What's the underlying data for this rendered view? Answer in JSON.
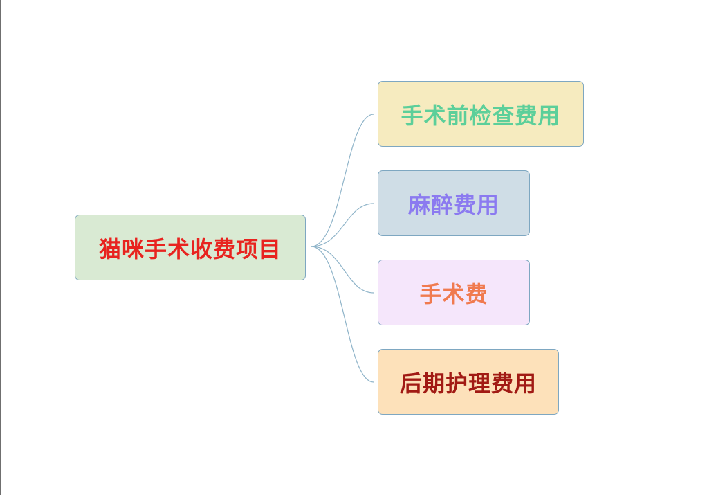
{
  "diagram": {
    "root": {
      "label": "猫咪手术收费项目",
      "fill": "#d9ead3",
      "text_color": "#e8231f"
    },
    "children": [
      {
        "label": "手术前检查费用",
        "fill": "#f6ebbf",
        "text_color": "#5ccf9a"
      },
      {
        "label": "麻醉费用",
        "fill": "#cfdde6",
        "text_color": "#8b7af0"
      },
      {
        "label": "手术费",
        "fill": "#f5e6fb",
        "text_color": "#f07a4f"
      },
      {
        "label": "后期护理费用",
        "fill": "#fde1ba",
        "text_color": "#a11a14"
      }
    ],
    "connector_color": "#8fb4c9",
    "border_color": "#7ea7c1"
  }
}
